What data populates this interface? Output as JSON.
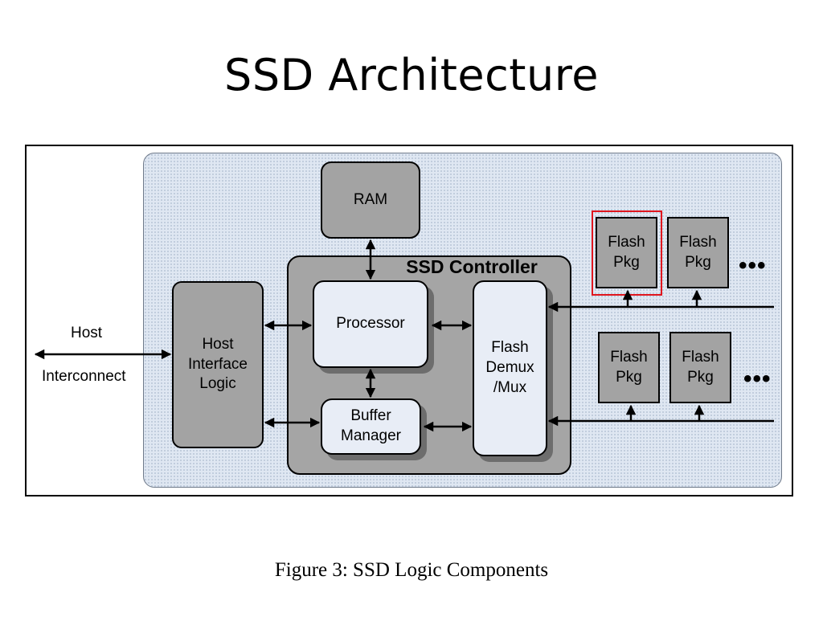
{
  "slide": {
    "title": "SSD Architecture",
    "caption": "Figure 3: SSD Logic Components"
  },
  "diagram": {
    "host_label_top": "Host",
    "host_label_bottom": "Interconnect",
    "host_interface": [
      "Host",
      "Interface",
      "Logic"
    ],
    "ram": "RAM",
    "controller_label": "SSD Controller",
    "processor": "Processor",
    "buffer_manager": [
      "Buffer",
      "Manager"
    ],
    "flash_demux": [
      "Flash",
      "Demux",
      "/Mux"
    ],
    "flash_pkg": [
      "Flash",
      "Pkg"
    ],
    "ellipsis": "•••",
    "colors": {
      "module_fill": "#a3a3a3",
      "inner_fill": "#e8edf6",
      "panel_fill": "#dfe7f2",
      "highlight": "#e0161e"
    }
  }
}
